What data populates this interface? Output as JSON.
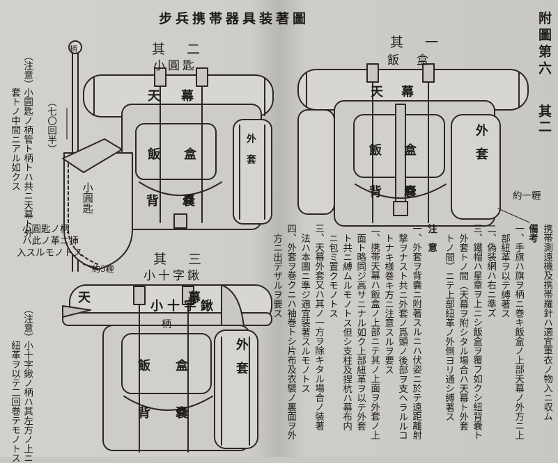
{
  "title": "步兵携帯器具装著圖",
  "plate": {
    "main": "附圖第六",
    "sub": "其二"
  },
  "figure1": {
    "number": "其　一",
    "name": "飯　盒",
    "labels": {
      "tent": "天幕",
      "bento": "飯盒",
      "coat": "外套",
      "backpack": "背嚢",
      "strap": "約一糎"
    }
  },
  "figure2": {
    "number": "其　二",
    "name": "小圓匙",
    "labels": {
      "tent": "天幕",
      "bento": "飯盒",
      "coat": "外套",
      "backpack": "背嚢",
      "shovel": "小圓匙",
      "handle": "柄",
      "length": "（七〇回半）",
      "dist": "約5糎"
    },
    "note_head": "（注意）",
    "note_lines": [
      "小圓匙ノ柄管ト柄トハ共ニ天幕ト外",
      "套トノ中間ニアル如クス"
    ],
    "side_lines": [
      "小圓匙ノ柄",
      "ハ此ノ革ニ挿",
      "入スルモノトス"
    ]
  },
  "figure3": {
    "number": "其　三",
    "name": "小十字鍬",
    "labels": {
      "tent": "天幕",
      "pick": "小十字鍬",
      "handle": "柄",
      "bento": "飯盒",
      "coat": "外套",
      "backpack": "背嚢"
    },
    "note_head": "（注意）",
    "note_lines": [
      "小十字鍬ノ柄ハ其左方ノ上ニ",
      "紐革ヲ以テ二回巻テモノトス"
    ]
  },
  "right_text": {
    "intro": [
      "携帯測遠機及携帯羅針ハ適宜軍衣ノ物入ニ収ム"
    ],
    "bikou_head": "備考",
    "items": [
      "一、手旗ハ旗ヲ柄ニ巻キ飯盒ノ上部天幕ノ外方ニ上",
      "部紐革ヲ以テ縛著ス",
      "二、偽装網ハ右ニ準ズ",
      "三、鐵帽ハ星章ヲ上ニシ飯盒ヲ覆フ如クシ紐背嚢ト",
      "外套トノ間（天幕ヲ附シタル場合ハ天幕ト外套",
      "トノ間）ニテ上部紐革ノ外側ヨリ通シ縛著ス"
    ],
    "chui_head": "注　意",
    "chui_items": [
      "一、外套ヲ背嚢ニ附著スルニハ伏姿ニ於テ遠距離射",
      "撃ヲナスト共ニ外套ノ爲頭ノ後部ヲ支ヘラルルコ",
      "トナキ様巻キ方ニ注意スルヲ要ス",
      "二、携帯天幕ハ飯盒ノ上部ニテ其ノ上面ヲ外套ノ上",
      "面ト略同ジ高サニナル如ク上部紐革ヲ以テ外套",
      "ト共ニ縛ムルモノトス但シ支柱及捏杭ハ幕布内",
      "ニ包ミ置クモノトス",
      "三、天幕外套又ハ其ノ一方ヲ除キタル場合ノ装著",
      "法ハ本圖ニ準ジ適宜装著スルモノトス",
      "四、外套ヲ巻クニハ袖巻トシ片布及衣襞ノ裏面ヲ外",
      "方ニ出デザルヲ要ス"
    ]
  }
}
